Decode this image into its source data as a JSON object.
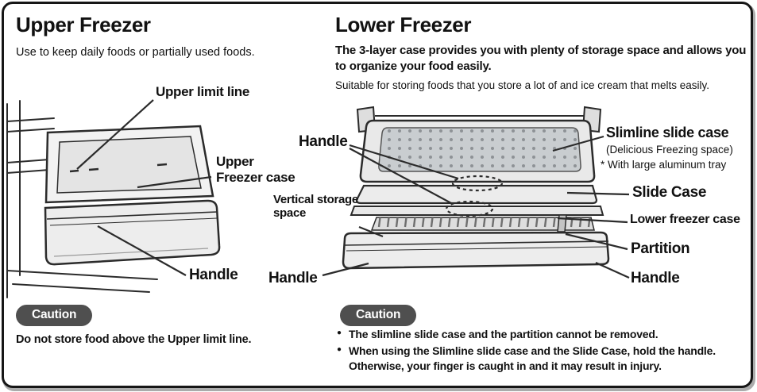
{
  "upper_freezer": {
    "title": "Upper Freezer",
    "description": "Use to keep daily foods or partially used foods.",
    "callouts": {
      "upper_limit_line": "Upper limit line",
      "case": "Upper Freezer case",
      "handle": "Handle"
    },
    "caution": {
      "badge": "Caution",
      "text": "Do not store food above the Upper limit line."
    }
  },
  "lower_freezer": {
    "title": "Lower Freezer",
    "description_bold": "The 3-layer case provides you with plenty of storage space and allows you to organize your food easily.",
    "description_note": "Suitable for storing foods that you store a lot of and ice cream that melts easily.",
    "callouts": {
      "handle_top": "Handle",
      "slimline_slide_case": "Slimline slide case",
      "slimline_sub": "(Delicious Freezing space)",
      "slimline_note": "* With large aluminum tray",
      "slide_case": "Slide Case",
      "vertical_storage_space": "Vertical storage space",
      "lower_freezer_case": "Lower freezer case",
      "partition": "Partition",
      "handle_left": "Handle",
      "handle_right": "Handle"
    },
    "caution": {
      "badge": "Caution",
      "bullets": [
        "The slimline slide case and the partition cannot be removed.",
        "When using the Slimline slide case and the Slide Case, hold the handle. Otherwise, your finger is caught in and it may result in injury."
      ]
    }
  },
  "colors": {
    "text": "#111111",
    "line": "#2b2b2b",
    "caution_badge_bg": "#4f4f4f",
    "caution_badge_text": "#ffffff",
    "case_fill": "#ededed",
    "aluminum_tray_fill": "#c9cdd0"
  }
}
